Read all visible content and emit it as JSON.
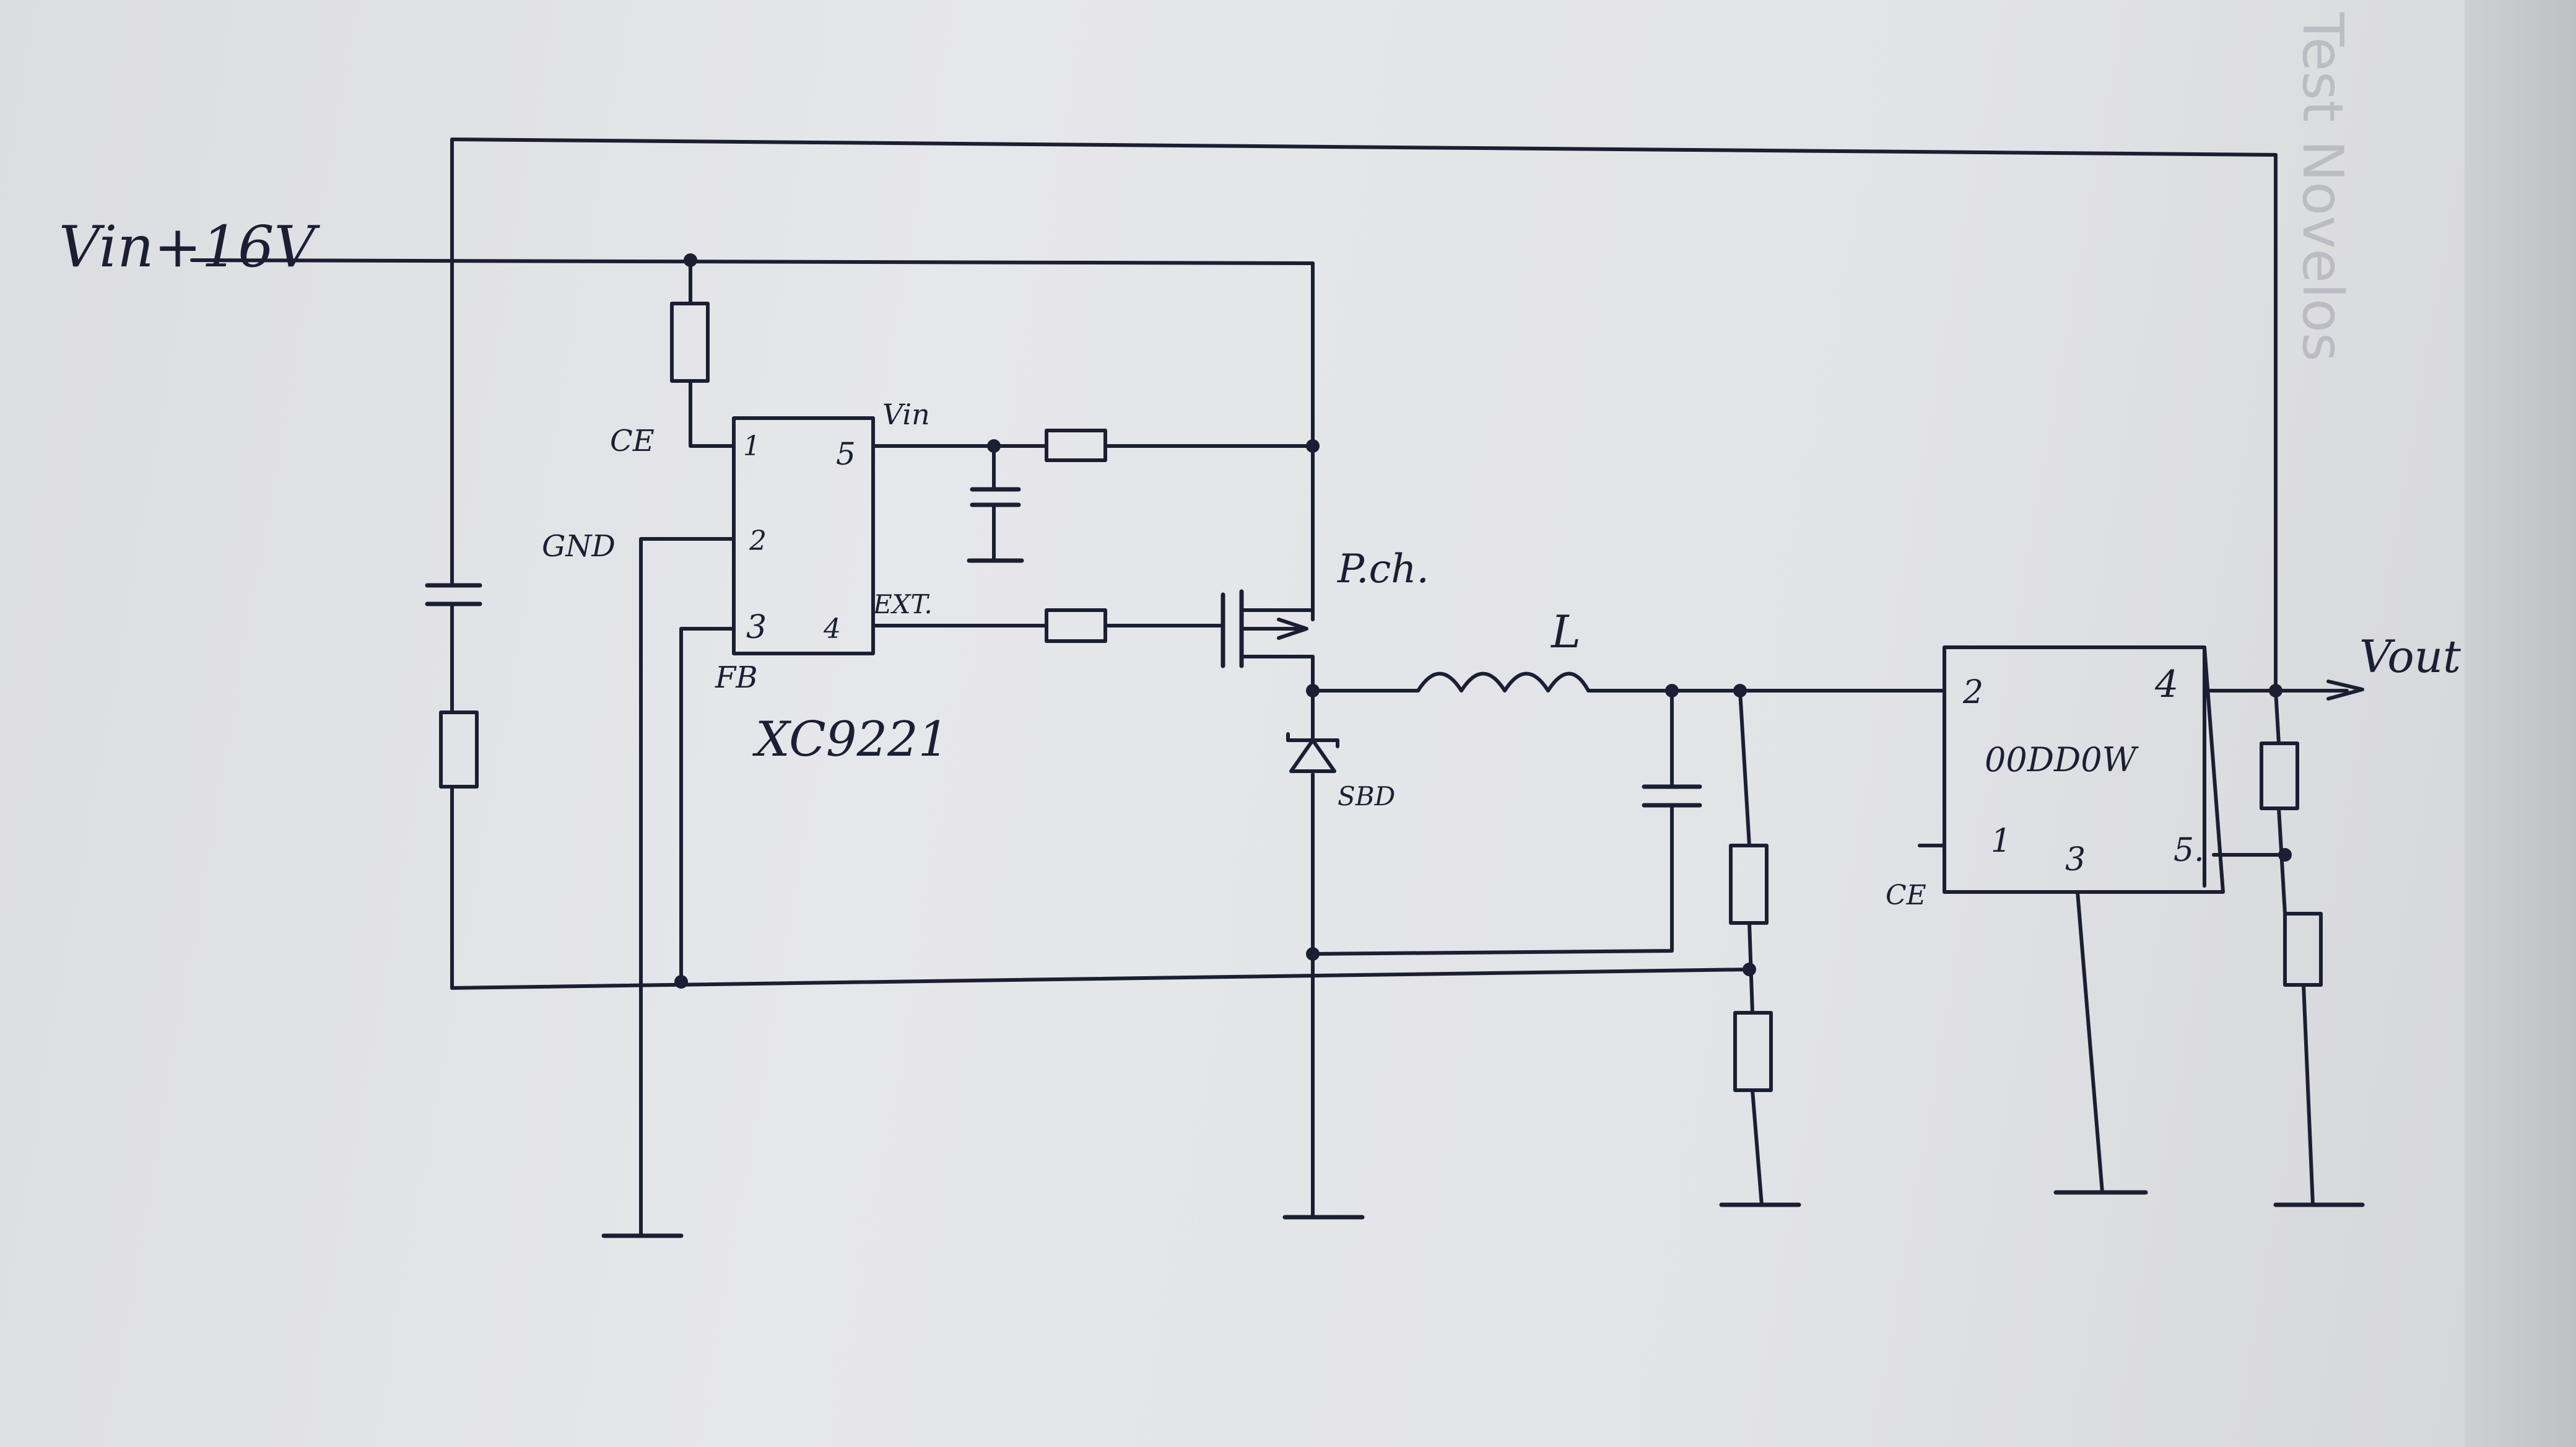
{
  "labels": {
    "vin_supply": "Vin+16V",
    "ce_left": "CE",
    "gnd_left": "GND",
    "fb": "FB",
    "ic1_name": "XC9221",
    "ic1_pin1": "1",
    "ic1_pin2": "2",
    "ic1_pin3": "3",
    "ic1_pin4": "4",
    "ic1_pin5": "5",
    "ic1_vin": "Vin",
    "ic1_ext": "EXT.",
    "pch": "P.ch.",
    "inductor": "L",
    "diode": "SBD",
    "ic2_name": "00DD0W",
    "ic2_pin1": "1",
    "ic2_pin2": "2",
    "ic2_pin3": "3",
    "ic2_pin4": "4",
    "ic2_pin5": "5.",
    "ce_right": "CE",
    "vout": "Vout"
  },
  "show_through_text": "Test Novelos",
  "colors": {
    "ink": "#1c1f33",
    "paper": "#e4e5e8"
  }
}
